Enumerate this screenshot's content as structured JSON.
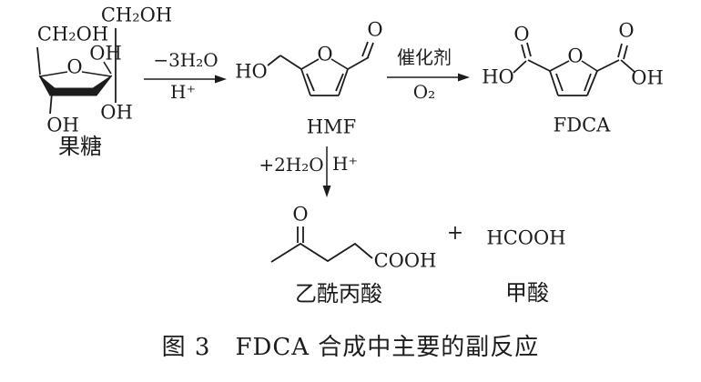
{
  "caption": "图 3　FDCA 合成中主要的副反应",
  "molecules": {
    "fructose": {
      "name": "果糖",
      "ch2oh_top": "CH₂OH",
      "ch2oh_left": "CH₂OH",
      "oh_anomeric": "OH",
      "ring_o": "O",
      "oh_bottom_right": "OH",
      "oh_bottom_left": "OH"
    },
    "hmf": {
      "name": "HMF",
      "ho": "HO",
      "ring_o": "O",
      "aldehyde_o": "O"
    },
    "fdca": {
      "name": "FDCA",
      "carbonyl_o_left": "O",
      "carbonyl_o_right": "O",
      "ho": "HO",
      "ring_o": "O",
      "oh": "OH"
    },
    "levulinic_acid": {
      "name": "乙酰丙酸",
      "carbonyl_o": "O",
      "cooh": "COOH"
    },
    "formic_acid": {
      "name": "甲酸",
      "formula": "HCOOH"
    }
  },
  "reactions": {
    "dehydration": {
      "above_arrow": "−3H₂O",
      "below_arrow": "H⁺"
    },
    "oxidation": {
      "above_arrow": "催化剂",
      "below_arrow": "O₂"
    },
    "hydration": {
      "left_of_arrow": "+2H₂O",
      "right_of_arrow": "H⁺"
    },
    "plus_sign": "+"
  },
  "colors": {
    "ink": "#1c1c1c",
    "background": "#ffffff"
  }
}
